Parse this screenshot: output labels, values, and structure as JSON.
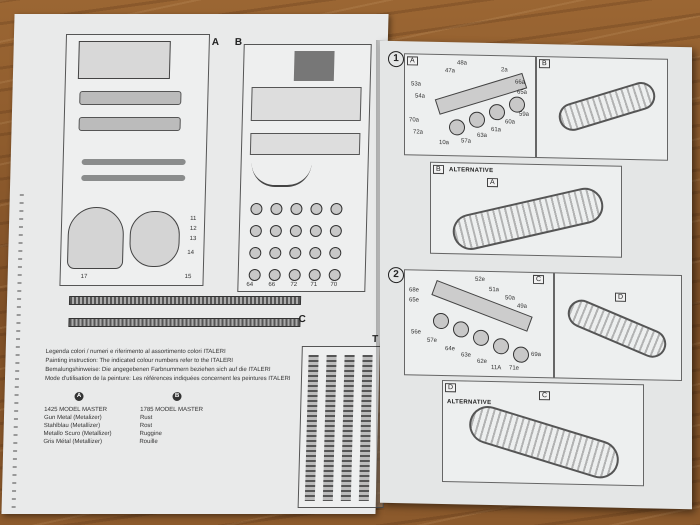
{
  "left_page": {
    "sprue_letters": [
      "A",
      "B",
      "C",
      "T"
    ],
    "paint_notes": {
      "line1": "Legenda colori / numeri e riferimento al assortimento colori ITALERI",
      "line2": "Painting instruction: The indicated colour numbers refer to the ITALERI",
      "line3": "Bemalungshinweise: Die angegebenen Farbnummern beziehen sich auf die ITALERI",
      "line4": "Mode d'utilisation de la peinture: Les références indiquées concernent les peintures ITALERI",
      "brand": "MODELMASTER"
    },
    "color_a": {
      "badge": "A",
      "lines": [
        "1425 MODEL MASTER",
        "Gun Metal (Metalizer)",
        "Stahlblau (Metallizer)",
        "Metallo Scuro (Metallizer)",
        "Gris Métal (Metallizer)"
      ]
    },
    "color_b": {
      "badge": "B",
      "lines": [
        "1785 MODEL MASTER",
        "Rust",
        "Rost",
        "Ruggine",
        "Rouille"
      ]
    },
    "part_numbers": [
      "17",
      "15",
      "14",
      "13",
      "12",
      "11",
      "64",
      "66",
      "72",
      "71",
      "70"
    ]
  },
  "right_page": {
    "step1": {
      "number": "1",
      "panel_a": "A",
      "panel_b": "B",
      "alt_panel": "B",
      "alt_label": "ALTERNATIVE",
      "alt_sub": "A",
      "callouts": [
        "48a",
        "47a",
        "2a",
        "53a",
        "54a",
        "66a",
        "65a",
        "70a",
        "72a",
        "10a",
        "57a",
        "63a",
        "61a",
        "60a",
        "59a"
      ]
    },
    "step2": {
      "number": "2",
      "panel_c": "C",
      "panel_d": "D",
      "alt_panel": "D",
      "alt_label": "ALTERNATIVE",
      "alt_sub": "C",
      "callouts": [
        "52e",
        "51a",
        "50a",
        "49a",
        "68e",
        "65e",
        "56e",
        "57e",
        "64e",
        "63e",
        "62e",
        "69a",
        "71e",
        "11A"
      ]
    }
  }
}
